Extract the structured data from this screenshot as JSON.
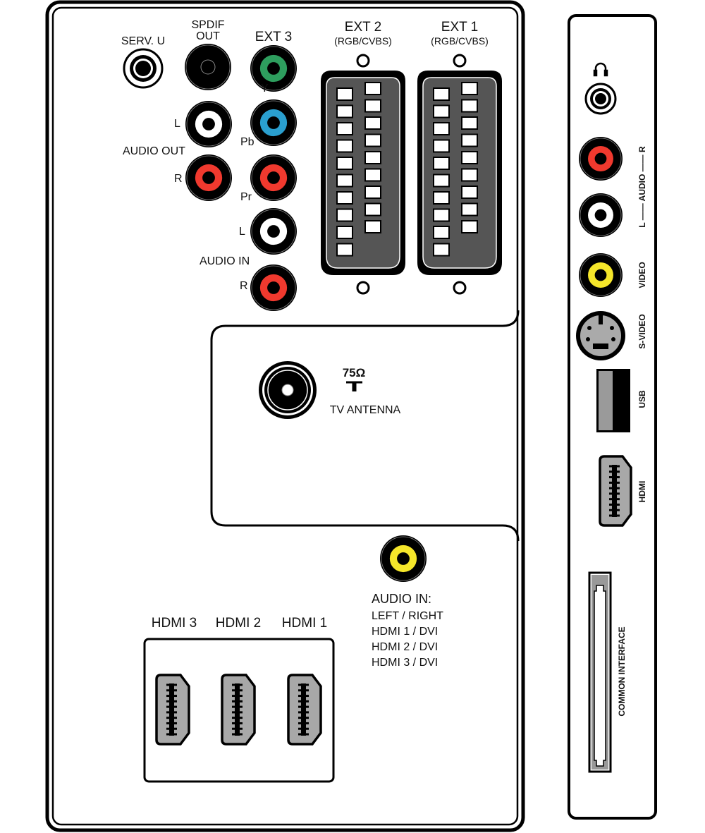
{
  "colors": {
    "green": "#2e9e5e",
    "blue": "#2a9fcf",
    "red": "#f0392e",
    "white": "#ffffff",
    "yellow": "#f5e62a",
    "gray": "#a8a8a8"
  },
  "main_panel": {
    "serv_u": "SERV. U",
    "spdif_line1": "SPDIF",
    "spdif_line2": "OUT",
    "ext3": "EXT 3",
    "y": "Y",
    "pb": "Pb",
    "pr": "Pr",
    "audio_out": "AUDIO OUT",
    "audio_out_l": "L",
    "audio_out_r": "R",
    "audio_in": "AUDIO IN",
    "audio_in_l": "L",
    "audio_in_r": "R",
    "ext2": "EXT 2",
    "ext2_sub": "(RGB/CVBS)",
    "ext1": "EXT 1",
    "ext1_sub": "(RGB/CVBS)",
    "antenna_ohm": "75Ω",
    "antenna_label": "TV ANTENNA",
    "audio_in_title": "AUDIO IN:",
    "audio_in_lines": [
      "LEFT / RIGHT",
      "HDMI 1 / DVI",
      "HDMI 2 / DVI",
      "HDMI 3 / DVI"
    ],
    "hdmi3": "HDMI 3",
    "hdmi2": "HDMI 2",
    "hdmi1": "HDMI 1"
  },
  "side_panel": {
    "audio": "L —— AUDIO —— R",
    "video": "VIDEO",
    "svideo": "S-VIDEO",
    "usb": "USB",
    "hdmi": "HDMI",
    "ci": "COMMON INTERFACE"
  }
}
